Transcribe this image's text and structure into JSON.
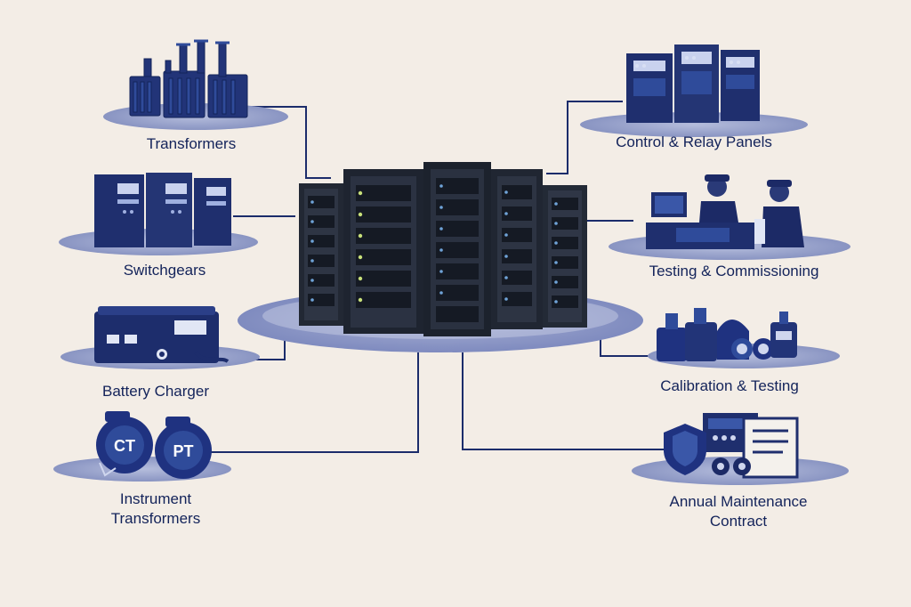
{
  "nodes": {
    "transformers": {
      "label": "Transformers"
    },
    "switchgears": {
      "label": "Switchgears"
    },
    "battery_charger": {
      "label": "Battery Charger"
    },
    "instrument_transformers": {
      "label_line1": "Instrument",
      "label_line2": "Transformers",
      "ct_text": "CT",
      "pt_text": "PT"
    },
    "control_relay_panels": {
      "label": "Control & Relay Panels"
    },
    "testing_commissioning": {
      "label": "Testing & Commissioning"
    },
    "calibration_testing": {
      "label": "Calibration & Testing"
    },
    "annual_maintenance": {
      "label_line1": "Annual Maintenance",
      "label_line2": "Contract"
    }
  },
  "colors": {
    "navy": "#1b2c6b",
    "dark_navy": "#13235a",
    "mid_blue": "#2f4b9a",
    "shadow": "#8f9bc4",
    "line": "#1b2c6b",
    "server": "#2a3140",
    "server_light": "#3c4558"
  }
}
